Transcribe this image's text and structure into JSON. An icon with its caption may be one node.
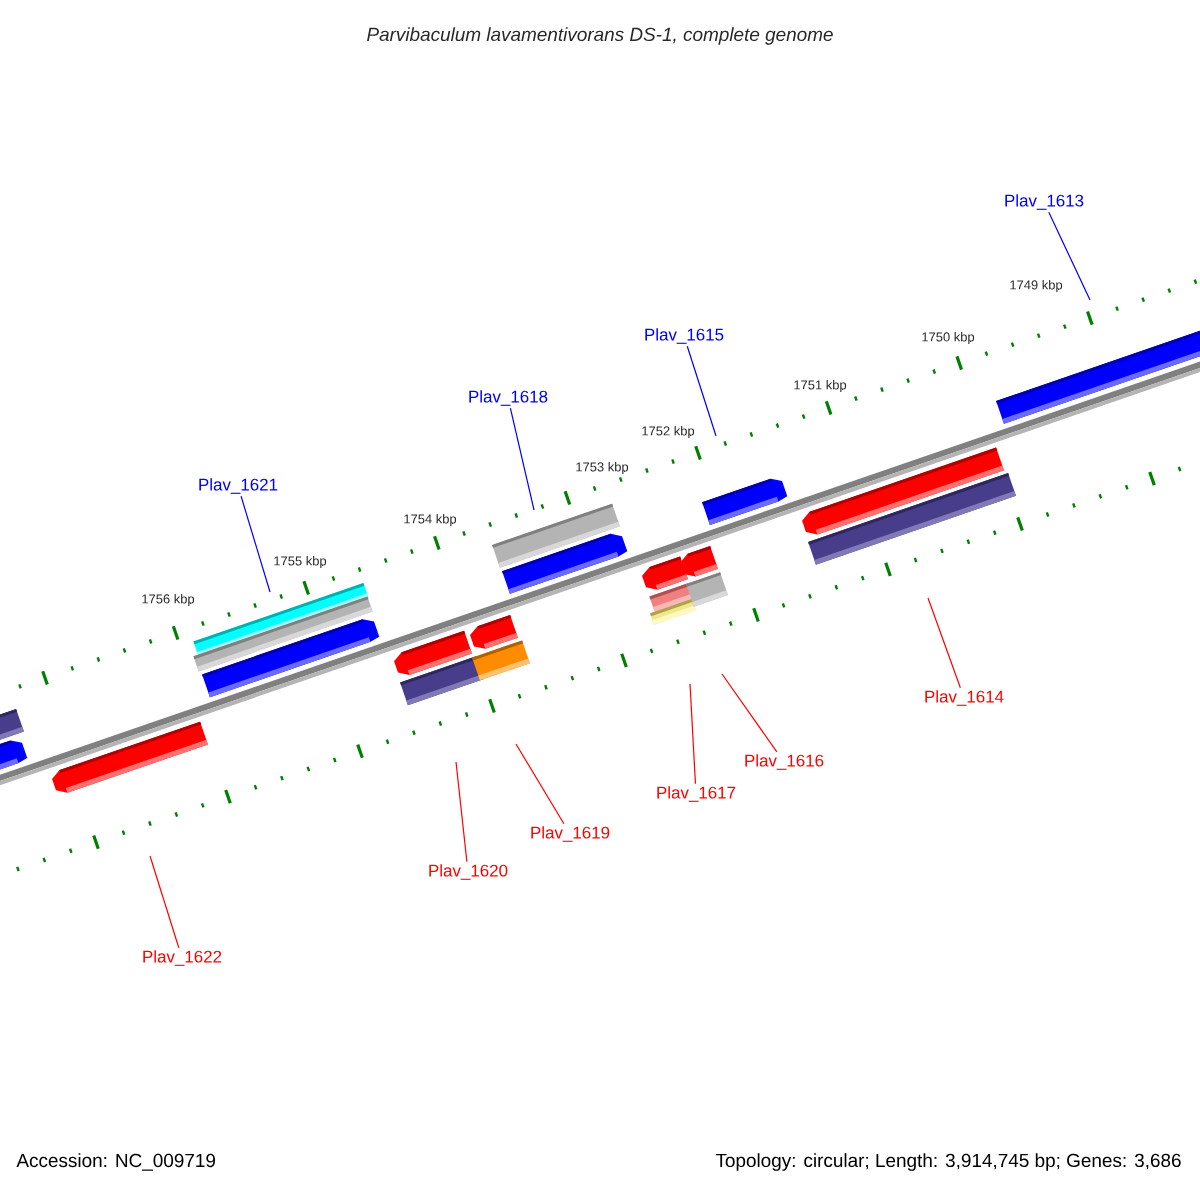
{
  "diagram": {
    "title": "Parvibaculum lavamentivorans DS-1, complete genome",
    "nodes": [
      {
        "text": [
          "Plav_1613"
        ]
      },
      {
        "text": [
          "Plav_1615"
        ]
      },
      {
        "text": [
          "Plav_1618"
        ]
      },
      {
        "text": [
          "Plav_1621"
        ]
      },
      {
        "text": [
          "Plav_1614"
        ]
      },
      {
        "text": [
          "Plav_1616"
        ]
      },
      {
        "text": [
          "Plav_1617"
        ]
      },
      {
        "text": [
          "Plav_1619"
        ]
      },
      {
        "text": [
          "Plav_1620"
        ]
      },
      {
        "text": [
          "Plav_1622"
        ]
      }
    ],
    "edges": [
      {
        "from": 0,
        "to": null,
        "arrow": "none",
        "color": "#0000ff"
      },
      {
        "from": 1,
        "to": null,
        "arrow": "none",
        "color": "#0000ff"
      },
      {
        "from": 2,
        "to": null,
        "arrow": "none",
        "color": "#0000ff"
      },
      {
        "from": 3,
        "to": null,
        "arrow": "none",
        "color": "#0000ff"
      },
      {
        "from": 4,
        "to": null,
        "arrow": "none",
        "color": "#ff0000"
      },
      {
        "from": 5,
        "to": null,
        "arrow": "none",
        "color": "#ff0000"
      },
      {
        "from": 6,
        "to": null,
        "arrow": "none",
        "color": "#ff0000"
      },
      {
        "from": 7,
        "to": null,
        "arrow": "none",
        "color": "#ff0000"
      },
      {
        "from": 8,
        "to": null,
        "arrow": "none",
        "color": "#ff0000"
      },
      {
        "from": 9,
        "to": null,
        "arrow": "none",
        "color": "#ff0000"
      }
    ],
    "labels": [
      "1749 kbp",
      "1750 kbp",
      "1751 kbp",
      "1752 kbp",
      "1753 kbp",
      "1754 kbp",
      "1755 kbp",
      "1756 kbp",
      "Accession: NC_009719",
      "Topology: circular; Length: 3,914,745 bp; Genes: 3,686"
    ]
  }
}
